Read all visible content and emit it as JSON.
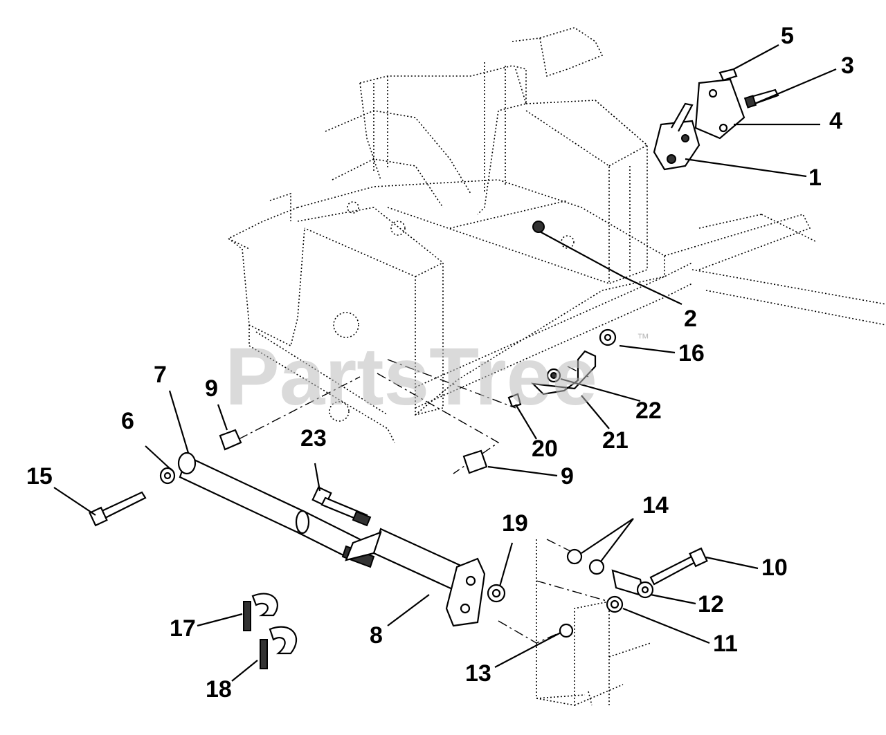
{
  "watermark": {
    "text": "PartsTree",
    "tm": "™"
  },
  "callouts": [
    {
      "id": "1",
      "label": "1"
    },
    {
      "id": "2",
      "label": "2"
    },
    {
      "id": "3",
      "label": "3"
    },
    {
      "id": "4",
      "label": "4"
    },
    {
      "id": "5",
      "label": "5"
    },
    {
      "id": "6",
      "label": "6"
    },
    {
      "id": "7",
      "label": "7"
    },
    {
      "id": "8",
      "label": "8"
    },
    {
      "id": "9a",
      "label": "9"
    },
    {
      "id": "9b",
      "label": "9"
    },
    {
      "id": "10",
      "label": "10"
    },
    {
      "id": "11",
      "label": "11"
    },
    {
      "id": "12",
      "label": "12"
    },
    {
      "id": "13",
      "label": "13"
    },
    {
      "id": "14",
      "label": "14"
    },
    {
      "id": "15",
      "label": "15"
    },
    {
      "id": "16",
      "label": "16"
    },
    {
      "id": "17",
      "label": "17"
    },
    {
      "id": "18",
      "label": "18"
    },
    {
      "id": "19",
      "label": "19"
    },
    {
      "id": "20",
      "label": "20"
    },
    {
      "id": "21",
      "label": "21"
    },
    {
      "id": "22",
      "label": "22"
    },
    {
      "id": "23",
      "label": "23"
    }
  ]
}
